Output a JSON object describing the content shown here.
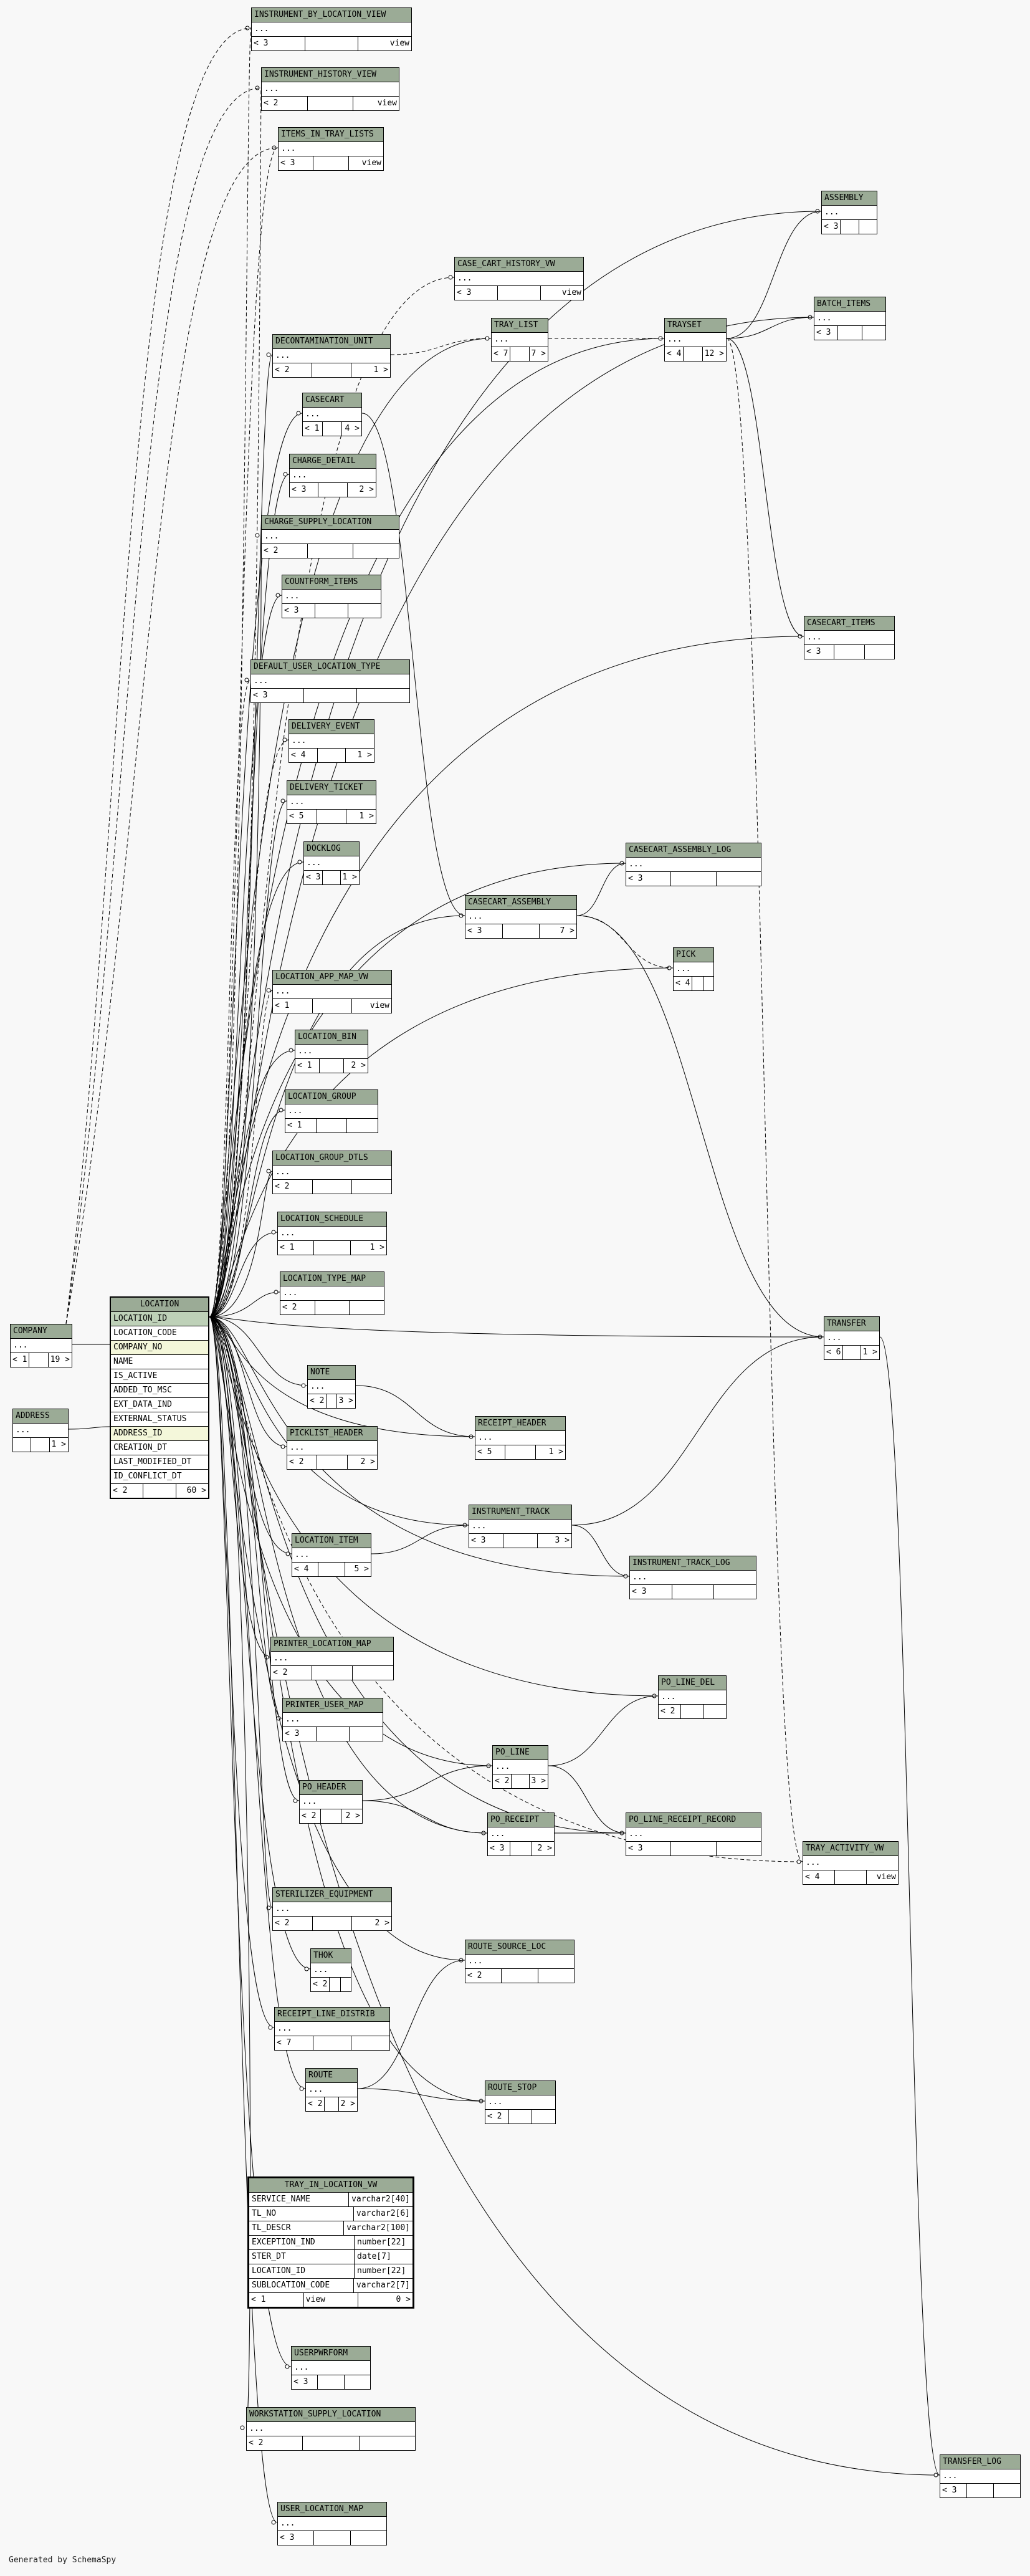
{
  "tables": [
    {
      "id": "instrument_by_location_view",
      "name": "INSTRUMENT_BY_LOCATION_VIEW",
      "rows": [
        "..."
      ],
      "foot": [
        "< 3",
        "",
        "view"
      ]
    },
    {
      "id": "instrument_history_view",
      "name": "INSTRUMENT_HISTORY_VIEW",
      "rows": [
        "..."
      ],
      "foot": [
        "< 2",
        "",
        "view"
      ]
    },
    {
      "id": "items_in_tray_lists",
      "name": "ITEMS_IN_TRAY_LISTS",
      "rows": [
        "..."
      ],
      "foot": [
        "< 3",
        "",
        "view"
      ]
    },
    {
      "id": "assembly",
      "name": "ASSEMBLY",
      "rows": [
        "..."
      ],
      "foot": [
        "< 3",
        "",
        ""
      ]
    },
    {
      "id": "case_cart_history_vw",
      "name": "CASE_CART_HISTORY_VW",
      "rows": [
        "..."
      ],
      "foot": [
        "< 3",
        "",
        "view"
      ]
    },
    {
      "id": "batch_items",
      "name": "BATCH_ITEMS",
      "rows": [
        "..."
      ],
      "foot": [
        "< 3",
        "",
        ""
      ]
    },
    {
      "id": "tray_list",
      "name": "TRAY_LIST",
      "rows": [
        "..."
      ],
      "foot": [
        "< 7",
        "",
        "7 >"
      ]
    },
    {
      "id": "trayset",
      "name": "TRAYSET",
      "rows": [
        "..."
      ],
      "foot": [
        "< 4",
        "",
        "12 >"
      ]
    },
    {
      "id": "decontamination_unit",
      "name": "DECONTAMINATION_UNIT",
      "rows": [
        "..."
      ],
      "foot": [
        "< 2",
        "",
        "1 >"
      ]
    },
    {
      "id": "casecart",
      "name": "CASECART",
      "rows": [
        "..."
      ],
      "foot": [
        "< 1",
        "",
        "4 >"
      ]
    },
    {
      "id": "charge_detail",
      "name": "CHARGE_DETAIL",
      "rows": [
        "..."
      ],
      "foot": [
        "< 3",
        "",
        "2 >"
      ]
    },
    {
      "id": "charge_supply_location",
      "name": "CHARGE_SUPPLY_LOCATION",
      "rows": [
        "..."
      ],
      "foot": [
        "< 2",
        "",
        ""
      ]
    },
    {
      "id": "countform_items",
      "name": "COUNTFORM_ITEMS",
      "rows": [
        "..."
      ],
      "foot": [
        "< 3",
        "",
        ""
      ]
    },
    {
      "id": "casecart_items",
      "name": "CASECART_ITEMS",
      "rows": [
        "..."
      ],
      "foot": [
        "< 3",
        "",
        ""
      ]
    },
    {
      "id": "default_user_location_type",
      "name": "DEFAULT_USER_LOCATION_TYPE",
      "rows": [
        "..."
      ],
      "foot": [
        "< 3",
        "",
        ""
      ]
    },
    {
      "id": "delivery_event",
      "name": "DELIVERY_EVENT",
      "rows": [
        "..."
      ],
      "foot": [
        "< 4",
        "",
        "1 >"
      ]
    },
    {
      "id": "delivery_ticket",
      "name": "DELIVERY_TICKET",
      "rows": [
        "..."
      ],
      "foot": [
        "< 5",
        "",
        "1 >"
      ]
    },
    {
      "id": "docklog",
      "name": "DOCKLOG",
      "rows": [
        "..."
      ],
      "foot": [
        "< 3",
        "",
        "1 >"
      ]
    },
    {
      "id": "casecart_assembly_log",
      "name": "CASECART_ASSEMBLY_LOG",
      "rows": [
        "..."
      ],
      "foot": [
        "< 3",
        "",
        ""
      ]
    },
    {
      "id": "casecart_assembly",
      "name": "CASECART_ASSEMBLY",
      "rows": [
        "..."
      ],
      "foot": [
        "< 3",
        "",
        "7 >"
      ]
    },
    {
      "id": "pick",
      "name": "PICK",
      "rows": [
        "..."
      ],
      "foot": [
        "< 4",
        "",
        ""
      ]
    },
    {
      "id": "location_app_map_vw",
      "name": "LOCATION_APP_MAP_VW",
      "rows": [
        "..."
      ],
      "foot": [
        "< 1",
        "",
        "view"
      ]
    },
    {
      "id": "location_bin",
      "name": "LOCATION_BIN",
      "rows": [
        "..."
      ],
      "foot": [
        "< 1",
        "",
        "2 >"
      ]
    },
    {
      "id": "location_group",
      "name": "LOCATION_GROUP",
      "rows": [
        "..."
      ],
      "foot": [
        "< 1",
        "",
        ""
      ]
    },
    {
      "id": "location_group_dtls",
      "name": "LOCATION_GROUP_DTLS",
      "rows": [
        "..."
      ],
      "foot": [
        "< 2",
        "",
        ""
      ]
    },
    {
      "id": "location_schedule",
      "name": "LOCATION_SCHEDULE",
      "rows": [
        "..."
      ],
      "foot": [
        "< 1",
        "",
        "1 >"
      ]
    },
    {
      "id": "location_type_map",
      "name": "LOCATION_TYPE_MAP",
      "rows": [
        "..."
      ],
      "foot": [
        "< 2",
        "",
        ""
      ]
    },
    {
      "id": "company",
      "name": "COMPANY",
      "rows": [
        "..."
      ],
      "foot": [
        "< 1",
        "",
        "19 >"
      ]
    },
    {
      "id": "transfer",
      "name": "TRANSFER",
      "rows": [
        "..."
      ],
      "foot": [
        "< 6",
        "",
        "1 >"
      ]
    },
    {
      "id": "note",
      "name": "NOTE",
      "rows": [
        "..."
      ],
      "foot": [
        "< 2",
        "",
        "3 >"
      ]
    },
    {
      "id": "address",
      "name": "ADDRESS",
      "rows": [
        "..."
      ],
      "foot": [
        "",
        "",
        "1 >"
      ]
    },
    {
      "id": "receipt_header",
      "name": "RECEIPT_HEADER",
      "rows": [
        "..."
      ],
      "foot": [
        "< 5",
        "",
        "1 >"
      ]
    },
    {
      "id": "picklist_header",
      "name": "PICKLIST_HEADER",
      "rows": [
        "..."
      ],
      "foot": [
        "< 2",
        "",
        "2 >"
      ]
    },
    {
      "id": "instrument_track",
      "name": "INSTRUMENT_TRACK",
      "rows": [
        "..."
      ],
      "foot": [
        "< 3",
        "",
        "3 >"
      ]
    },
    {
      "id": "location_item",
      "name": "LOCATION_ITEM",
      "rows": [
        "..."
      ],
      "foot": [
        "< 4",
        "",
        "5 >"
      ]
    },
    {
      "id": "instrument_track_log",
      "name": "INSTRUMENT_TRACK_LOG",
      "rows": [
        "..."
      ],
      "foot": [
        "< 3",
        "",
        ""
      ]
    },
    {
      "id": "printer_location_map",
      "name": "PRINTER_LOCATION_MAP",
      "rows": [
        "..."
      ],
      "foot": [
        "< 2",
        "",
        ""
      ]
    },
    {
      "id": "po_line_del",
      "name": "PO_LINE_DEL",
      "rows": [
        "..."
      ],
      "foot": [
        "< 2",
        "",
        ""
      ]
    },
    {
      "id": "printer_user_map",
      "name": "PRINTER_USER_MAP",
      "rows": [
        "..."
      ],
      "foot": [
        "< 3",
        "",
        ""
      ]
    },
    {
      "id": "po_line",
      "name": "PO_LINE",
      "rows": [
        "..."
      ],
      "foot": [
        "< 2",
        "",
        "3 >"
      ]
    },
    {
      "id": "po_header",
      "name": "PO_HEADER",
      "rows": [
        "..."
      ],
      "foot": [
        "< 2",
        "",
        "2 >"
      ]
    },
    {
      "id": "po_receipt",
      "name": "PO_RECEIPT",
      "rows": [
        "..."
      ],
      "foot": [
        "< 3",
        "",
        "2 >"
      ]
    },
    {
      "id": "po_line_receipt_record",
      "name": "PO_LINE_RECEIPT_RECORD",
      "rows": [
        "..."
      ],
      "foot": [
        "< 3",
        "",
        ""
      ]
    },
    {
      "id": "tray_activity_vw",
      "name": "TRAY_ACTIVITY_VW",
      "rows": [
        "..."
      ],
      "foot": [
        "< 4",
        "",
        "view"
      ]
    },
    {
      "id": "sterilizer_equipment",
      "name": "STERILIZER_EQUIPMENT",
      "rows": [
        "..."
      ],
      "foot": [
        "< 2",
        "",
        "2 >"
      ]
    },
    {
      "id": "route_source_loc",
      "name": "ROUTE_SOURCE_LOC",
      "rows": [
        "..."
      ],
      "foot": [
        "< 2",
        "",
        ""
      ]
    },
    {
      "id": "tho",
      "name": "THOK",
      "rows": [
        "..."
      ],
      "foot": [
        "< 2",
        "",
        ""
      ]
    },
    {
      "id": "receipt_line_distrib",
      "name": "RECEIPT_LINE_DISTRIB",
      "rows": [
        "..."
      ],
      "foot": [
        "< 7",
        "",
        ""
      ]
    },
    {
      "id": "route",
      "name": "ROUTE",
      "rows": [
        "..."
      ],
      "foot": [
        "< 2",
        "",
        "2 >"
      ]
    },
    {
      "id": "route_stop",
      "name": "ROUTE_STOP",
      "rows": [
        "..."
      ],
      "foot": [
        "< 2",
        "",
        ""
      ]
    },
    {
      "id": "userpwrform",
      "name": "USERPWRFORM",
      "rows": [
        "..."
      ],
      "foot": [
        "< 3",
        "",
        ""
      ]
    },
    {
      "id": "workstation_supply_location",
      "name": "WORKSTATION_SUPPLY_LOCATION",
      "rows": [
        "..."
      ],
      "foot": [
        "< 2",
        "",
        ""
      ]
    },
    {
      "id": "transfer_log",
      "name": "TRANSFER_LOG",
      "rows": [
        "..."
      ],
      "foot": [
        "< 3",
        "",
        ""
      ]
    },
    {
      "id": "user_location_map",
      "name": "USER_LOCATION_MAP",
      "rows": [
        "..."
      ],
      "foot": [
        "< 3",
        "",
        ""
      ]
    }
  ],
  "location": {
    "name": "LOCATION",
    "columns": [
      {
        "text": "LOCATION_ID",
        "kind": "pk"
      },
      {
        "text": "LOCATION_CODE",
        "kind": ""
      },
      {
        "text": "COMPANY_NO",
        "kind": "fk"
      },
      {
        "text": "NAME",
        "kind": ""
      },
      {
        "text": "IS_ACTIVE",
        "kind": ""
      },
      {
        "text": "ADDED_TO_MSC",
        "kind": ""
      },
      {
        "text": "EXT_DATA_IND",
        "kind": ""
      },
      {
        "text": "EXTERNAL_STATUS",
        "kind": ""
      },
      {
        "text": "ADDRESS_ID",
        "kind": "fk"
      },
      {
        "text": "CREATION_DT",
        "kind": ""
      },
      {
        "text": "LAST_MODIFIED_DT",
        "kind": ""
      },
      {
        "text": "ID_CONFLICT_DT",
        "kind": ""
      }
    ],
    "foot": [
      "< 2",
      "",
      "60 >"
    ]
  },
  "tray_in_location_vw": {
    "name": "TRAY_IN_LOCATION_VW",
    "columns": [
      [
        "SERVICE_NAME",
        "varchar2[40]"
      ],
      [
        "TL_NO",
        "varchar2[6]"
      ],
      [
        "TL_DESCR",
        "varchar2[100]"
      ],
      [
        "EXCEPTION_IND",
        "number[22]"
      ],
      [
        "STER_DT",
        "date[7]"
      ],
      [
        "LOCATION_ID",
        "number[22]"
      ],
      [
        "SUBLOCATION_CODE",
        "varchar2[7]"
      ]
    ],
    "foot": [
      "< 1",
      "view",
      "0 >"
    ]
  },
  "generated_by": "Generated by SchemaSpy"
}
